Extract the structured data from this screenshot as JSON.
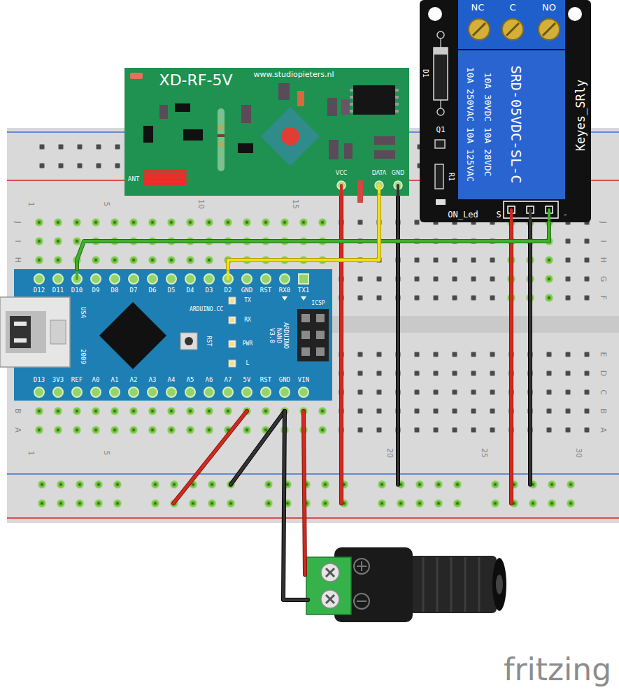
{
  "diagram": {
    "nodes": [
      {
        "text": [
          "XD-RF-5V",
          "www.studiopieters.nl",
          "ANT",
          "VCC",
          "DATA",
          "GND"
        ]
      },
      {
        "text": [
          "NC",
          "C",
          "NO",
          "10A 250VAC 10A 125VAC",
          "10A 30VDC 10A 28VDC",
          "SRD-05VDC-SL-C",
          "D1",
          "Q1",
          "R1",
          "Keyes_SRly",
          "ON_Led",
          "S",
          "-"
        ]
      },
      {
        "text": [
          "D12",
          "D11",
          "D10",
          "D9",
          "D8",
          "D7",
          "D6",
          "D5",
          "D4",
          "D3",
          "D2",
          "GND",
          "RST",
          "RX0",
          "TX1",
          "ARDUINO.CC",
          "TX",
          "RX",
          "PWR",
          "L",
          "USA",
          "2009",
          "RST",
          "ARDUINO NANO V3.0",
          "ICSP",
          "D13",
          "3V3",
          "REF",
          "A0",
          "A1",
          "A2",
          "A3",
          "A4",
          "A5",
          "A6",
          "A7",
          "5V",
          "RST",
          "GND",
          "VIN"
        ]
      }
    ],
    "edges": [
      {
        "from": 2,
        "to": 1,
        "arrow": "none"
      },
      {
        "from": 2,
        "to": 0,
        "arrow": "none"
      }
    ],
    "labels": [
      "1",
      "5",
      "10",
      "15",
      "J",
      "I",
      "H",
      "J",
      "I",
      "H",
      "G",
      "F",
      "E",
      "D",
      "C",
      "B",
      "A",
      "B",
      "A",
      "1",
      "5",
      "20",
      "25",
      "30",
      "fritzing"
    ]
  }
}
